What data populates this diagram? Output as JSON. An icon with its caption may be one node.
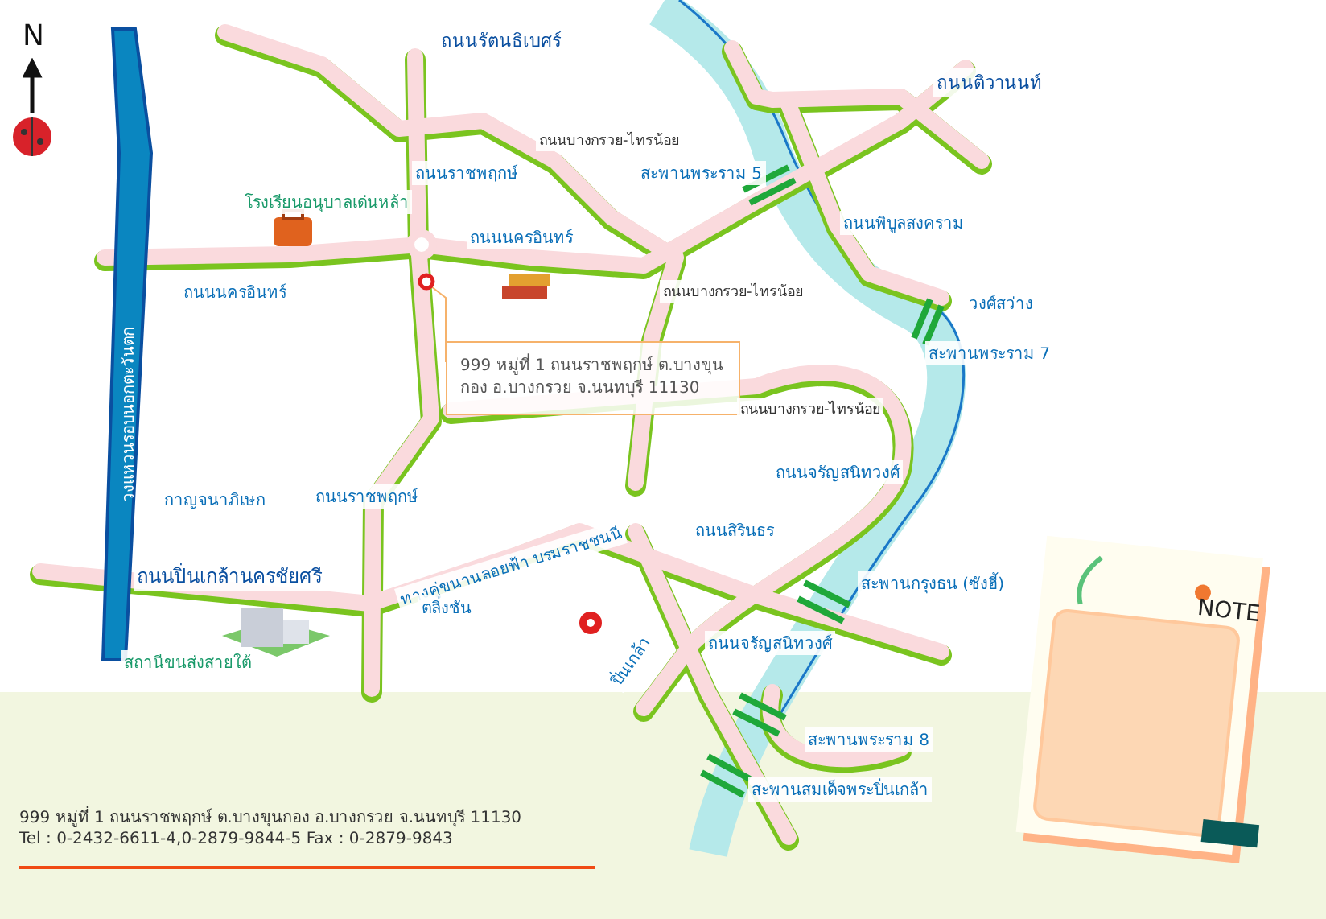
{
  "diagram": {
    "nodes": [
      {
        "text": [
          "999 หมู่ที่ 1 ถนนราชพฤกษ์ ต.บางขุนกอง อ.บางกรวย จ.นนทบุรี 11130"
        ]
      },
      {
        "text": [],
        "shape": "circle"
      }
    ],
    "edges": [
      {
        "from": 0,
        "to": 1,
        "arrow": "none"
      }
    ],
    "labels": [
      "N",
      "ถนนรัตนธิเบศร์",
      "ถนนติวานนท์",
      "ถนนบางกรวย-ไทรน้อย",
      "ถนนราชพฤกษ์",
      "สะพานพระราม 5",
      "โรงเรียนอนุบาลเด่นหล้า",
      "ถนนพิบูลสงคราม",
      "ถนนนครอินทร์",
      "ถนนนครอินทร์",
      "ถนนบางกรวย-ไทรน้อย",
      "วงศ์สว่าง",
      "สะพานพระราม 7",
      "ถนนบางกรวย-ไทรน้อย",
      "ถนนจรัญสนิทวงศ์",
      "วงแหวนรอบนอกตะวันตก",
      "กาญจนาภิเษก",
      "ถนนราชพฤกษ์",
      "ถนนสิรินธร",
      "ทางคู่ขนานลอยฟ้า บรมราชชนนี",
      "ถนนปิ่นเกล้านครชัยศรี",
      "สะพานกรุงธน (ซังฮี้)",
      "ตลิ่งชัน",
      "ถนนจรัญสนิทวงศ์",
      "ปิ่นเกล้า",
      "สถานีขนส่งสายใต้",
      "สะพานพระราม 8",
      "สะพานสมเด็จพระปิ่นเกล้า",
      "NOTE",
      "999 หมู่ที่ 1 ถนนราชพฤกษ์ ต.บางขุนกอง อ.บางกรวย จ.นนทบุรี 11130",
      "Tel : 0-2432-6611-4,0-2879-9844-5  Fax : 0-2879-9843"
    ]
  }
}
